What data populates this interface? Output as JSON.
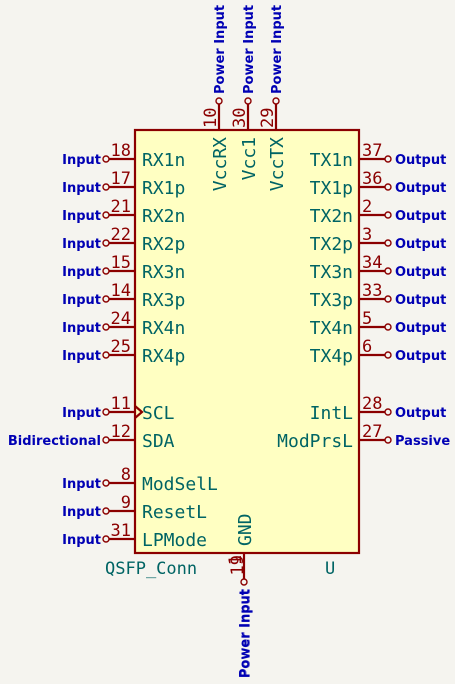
{
  "component": {
    "value": "QSFP_Conn",
    "reference": "U"
  },
  "colors": {
    "background": "#f5f4ef",
    "body_fill": "#ffffc2",
    "outline": "#8b0000",
    "pin_name": "#006464",
    "pin_number": "#8b0000",
    "electrical_type": "#0000b4"
  },
  "pins": {
    "left": [
      {
        "num": "18",
        "name": "RX1n",
        "type": "Input"
      },
      {
        "num": "17",
        "name": "RX1p",
        "type": "Input"
      },
      {
        "num": "21",
        "name": "RX2n",
        "type": "Input"
      },
      {
        "num": "22",
        "name": "RX2p",
        "type": "Input"
      },
      {
        "num": "15",
        "name": "RX3n",
        "type": "Input"
      },
      {
        "num": "14",
        "name": "RX3p",
        "type": "Input"
      },
      {
        "num": "24",
        "name": "RX4n",
        "type": "Input"
      },
      {
        "num": "25",
        "name": "RX4p",
        "type": "Input"
      },
      {
        "num": "11",
        "name": "SCL",
        "type": "Input",
        "clock": true
      },
      {
        "num": "12",
        "name": "SDA",
        "type": "Bidirectional"
      },
      {
        "num": "8",
        "name": "ModSelL",
        "type": "Input"
      },
      {
        "num": "9",
        "name": "ResetL",
        "type": "Input"
      },
      {
        "num": "31",
        "name": "LPMode",
        "type": "Input"
      }
    ],
    "right": [
      {
        "num": "37",
        "name": "TX1n",
        "type": "Output"
      },
      {
        "num": "36",
        "name": "TX1p",
        "type": "Output"
      },
      {
        "num": "2",
        "name": "TX2n",
        "type": "Output"
      },
      {
        "num": "3",
        "name": "TX2p",
        "type": "Output"
      },
      {
        "num": "34",
        "name": "TX3n",
        "type": "Output"
      },
      {
        "num": "33",
        "name": "TX3p",
        "type": "Output"
      },
      {
        "num": "5",
        "name": "TX4n",
        "type": "Output"
      },
      {
        "num": "6",
        "name": "TX4p",
        "type": "Output"
      },
      {
        "num": "28",
        "name": "IntL",
        "type": "Output"
      },
      {
        "num": "27",
        "name": "ModPrsL",
        "type": "Passive"
      }
    ],
    "top": [
      {
        "num": "10",
        "name": "VccRX",
        "type": "Power Input"
      },
      {
        "num": "30",
        "name": "Vcc1",
        "type": "Power Input"
      },
      {
        "num": "29",
        "name": "VccTX",
        "type": "Power Input"
      }
    ],
    "bottom": [
      {
        "num": "1",
        "name": "GND",
        "type": "Power Input"
      },
      {
        "num": "19",
        "name": "",
        "type": "Power Input"
      }
    ]
  }
}
